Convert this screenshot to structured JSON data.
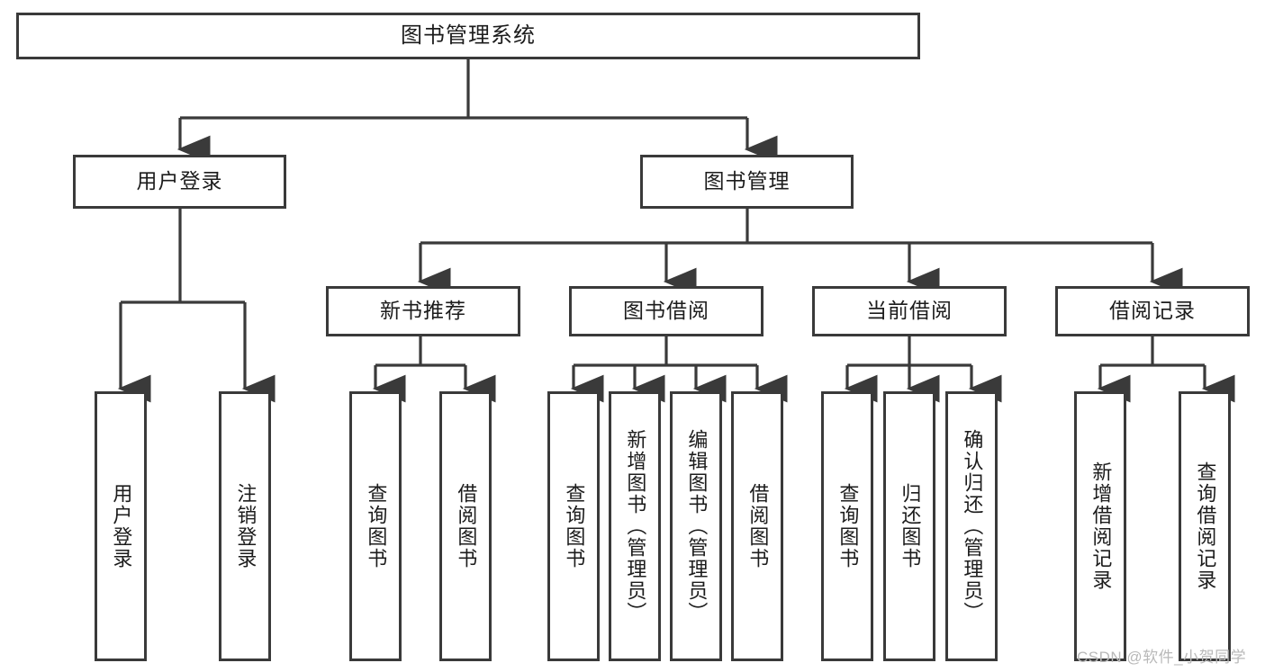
{
  "diagram": {
    "title": "图书管理系统",
    "watermark": "CSDN @软件_小贺同学",
    "line_color": "#3a3a3a",
    "box_fill": "#ffffff",
    "text_color": "#1c1c1c",
    "watermark_color": "#b9b9b9",
    "root": {
      "label": "图书管理系统"
    },
    "level2": [
      {
        "label": "用户登录"
      },
      {
        "label": "图书管理"
      }
    ],
    "level3": [
      {
        "label": "新书推荐"
      },
      {
        "label": "图书借阅"
      },
      {
        "label": "当前借阅"
      },
      {
        "label": "借阅记录"
      }
    ],
    "leaves": {
      "user_login": [
        {
          "label": "用户登录"
        },
        {
          "label": "注销登录"
        }
      ],
      "new_book_recommend": [
        {
          "label": "查询图书"
        },
        {
          "label": "借阅图书"
        }
      ],
      "book_borrow": [
        {
          "label": "查询图书"
        },
        {
          "label": "新增图书（管理员）"
        },
        {
          "label": "编辑图书（管理员）"
        },
        {
          "label": "借阅图书"
        }
      ],
      "current_borrow": [
        {
          "label": "查询图书"
        },
        {
          "label": "归还图书"
        },
        {
          "label": "确认归还（管理员）"
        }
      ],
      "borrow_record": [
        {
          "label": "新增借阅记录"
        },
        {
          "label": "查询借阅记录"
        }
      ]
    }
  }
}
